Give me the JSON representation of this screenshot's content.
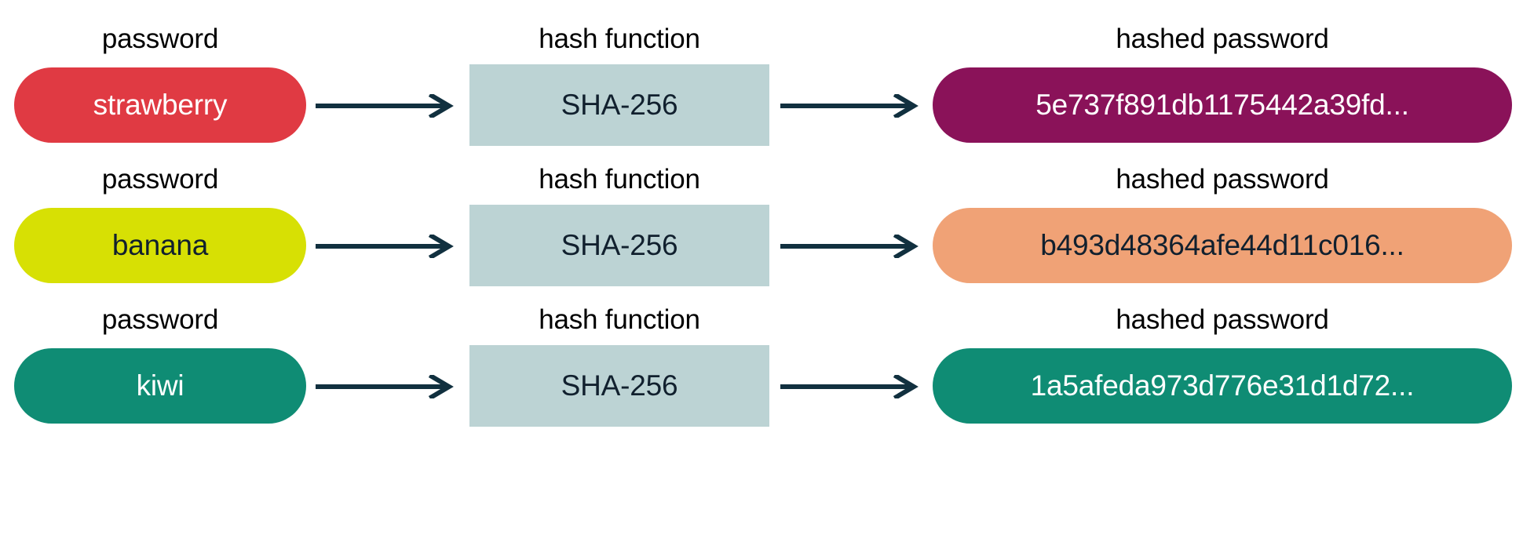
{
  "diagram": {
    "title": "password hashing flow",
    "background": "#ffffff",
    "arrow_color": "#11303f",
    "arrow_icon": "right-arrow-icon",
    "columns": {
      "password_label": "password",
      "hash_function_label": "hash function",
      "hashed_label": "hashed password"
    },
    "hash_function_box": {
      "label": "SHA-256",
      "fill": "#bcd3d4",
      "text_color": "#11202e"
    },
    "rows": [
      {
        "caption_password": "password",
        "caption_hashfn": "hash function",
        "caption_hashed": "hashed password",
        "password": "strawberry",
        "password_fill": "#e03a43",
        "password_text_color": "#ffffff",
        "hash_function": "SHA-256",
        "hashed": "5e737f891db1175442a39fd...",
        "hashed_fill": "#8a1259",
        "hashed_text_color": "#ffffff"
      },
      {
        "caption_password": "password",
        "caption_hashfn": "hash function",
        "caption_hashed": "hashed password",
        "password": "banana",
        "password_fill": "#d7e004",
        "password_text_color": "#11202e",
        "hash_function": "SHA-256",
        "hashed": "b493d48364afe44d11c016...",
        "hashed_fill": "#f0a276",
        "hashed_text_color": "#11202e"
      },
      {
        "caption_password": "password",
        "caption_hashfn": "hash function",
        "caption_hashed": "hashed password",
        "password": "kiwi",
        "password_fill": "#0f8c74",
        "password_text_color": "#ffffff",
        "hash_function": "SHA-256",
        "hashed": "1a5afeda973d776e31d1d72...",
        "hashed_fill": "#0f8c74",
        "hashed_text_color": "#ffffff"
      }
    ]
  }
}
